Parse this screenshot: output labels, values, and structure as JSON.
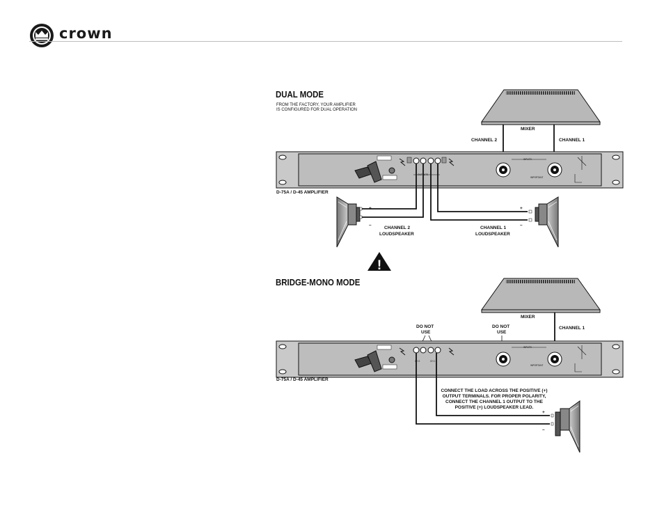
{
  "header": {
    "brand": "crown"
  },
  "dual": {
    "title": "DUAL MODE",
    "note_line1": "FROM THE FACTORY, YOUR AMPLIFIER",
    "note_line2": "IS CONFIGURED FOR DUAL OPERATION",
    "mixer": "MIXER",
    "channel2": "CHANNEL 2",
    "channel1": "CHANNEL 1",
    "amp_label": "D-75A / D-45 AMPLIFIER",
    "ch2_speaker_line1": "CHANNEL 2",
    "ch2_speaker_line2": "LOUDSPEAKER",
    "ch1_speaker_line1": "CHANNEL 1",
    "ch1_speaker_line2": "LOUDSPEAKER",
    "plus": "+",
    "minus": "–"
  },
  "bridge": {
    "title": "BRIDGE-MONO MODE",
    "mixer": "MIXER",
    "channel1": "CHANNEL 1",
    "do_not_use_line1": "DO NOT",
    "do_not_use_line2": "USE",
    "amp_label": "D-75A / D-45 AMPLIFIER",
    "instr_line1": "CONNECT THE LOAD ACROSS THE POSITIVE (+)",
    "instr_line2": "OUTPUT TERMINALS. FOR PROPER POLARITY,",
    "instr_line3": "CONNECT THE CHANNEL 1 OUTPUT TO THE",
    "instr_line4": "POSITIVE (+) LOUDSPEAKER LEAD.",
    "plus": "+",
    "minus": "–"
  },
  "panel": {
    "inputs": "INPUTS",
    "outputs": "OUTPUTS",
    "ch1": "CH 1",
    "ch2": "CH 2",
    "important": "IMPORTANT"
  },
  "warning": {
    "symbol": "!"
  },
  "icons": [
    "crown-logo-icon",
    "warning-icon",
    "mixer-icon",
    "loudspeaker-icon",
    "xlr-jack-icon",
    "binding-post-icon"
  ]
}
